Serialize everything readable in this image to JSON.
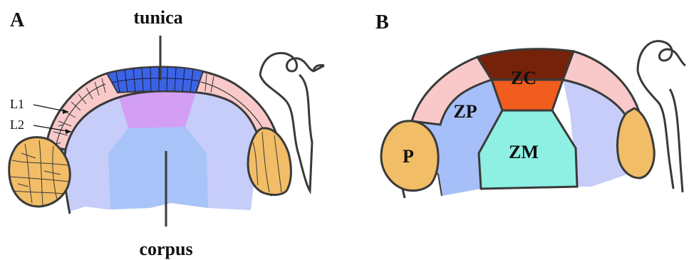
{
  "panel_a": {
    "letter": "A",
    "tunica_label": "tunica",
    "corpus_label": "corpus",
    "l1_label": "L1",
    "l2_label": "L2"
  },
  "panel_b": {
    "letter": "B",
    "zc_label": "ZC",
    "zp_label": "ZP",
    "zm_label": "ZM",
    "p_label": "P"
  },
  "colors": {
    "outline": "#3a3a3a",
    "outer_tunica": "#f9c9c9",
    "tunica_center": "#3b63e6",
    "tunica_inner_center": "#d39ff5",
    "corpus_outer": "#c6cdf8",
    "corpus_center": "#a8c3f8",
    "primordium": "#f1bd66",
    "zc_top": "#762109",
    "zc": "#f15d1e",
    "zp": "#a6bff8",
    "zm": "#8df0e3"
  }
}
